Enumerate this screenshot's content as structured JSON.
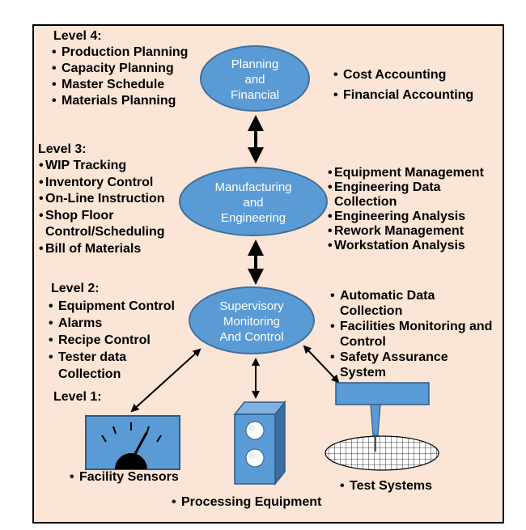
{
  "level4": {
    "heading": "Level 4:",
    "items": [
      "Production Planning",
      "Capacity Planning",
      "Master Schedule",
      "Materials Planning"
    ],
    "node_lines": [
      "Planning",
      "and",
      "Financial"
    ],
    "right_items": [
      "Cost Accounting",
      "Financial Accounting"
    ]
  },
  "level3": {
    "heading": "Level 3:",
    "items": [
      "WIP Tracking",
      "Inventory Control",
      "On-Line Instruction",
      "Shop Floor Control/Scheduling",
      "Bill of Materials"
    ],
    "node_lines": [
      "Manufacturing",
      "and",
      "Engineering"
    ],
    "right_items": [
      "Equipment Management",
      "Engineering Data Collection",
      "Engineering Analysis",
      "Rework Management",
      "Workstation Analysis"
    ]
  },
  "level2": {
    "heading": "Level 2:",
    "items": [
      "Equipment Control",
      "Alarms",
      "Recipe Control",
      "Tester data Collection"
    ],
    "node_lines": [
      "Supervisory",
      "Monitoring",
      "And Control"
    ],
    "right_items": [
      "Automatic Data Collection",
      "Facilities Monitoring and Control",
      "Safety Assurance System"
    ]
  },
  "level1": {
    "heading": "Level 1:",
    "devices": [
      "Facility Sensors",
      "Processing Equipment",
      "Test Systems"
    ]
  },
  "colors": {
    "background": "#fbe5d6",
    "node_fill": "#5b9bd5",
    "node_stroke": "#41719c",
    "node_text": "#ffffff",
    "text": "#000000"
  },
  "icons": [
    "sensor-gauge-icon",
    "processing-equipment-icon",
    "test-system-icon"
  ]
}
